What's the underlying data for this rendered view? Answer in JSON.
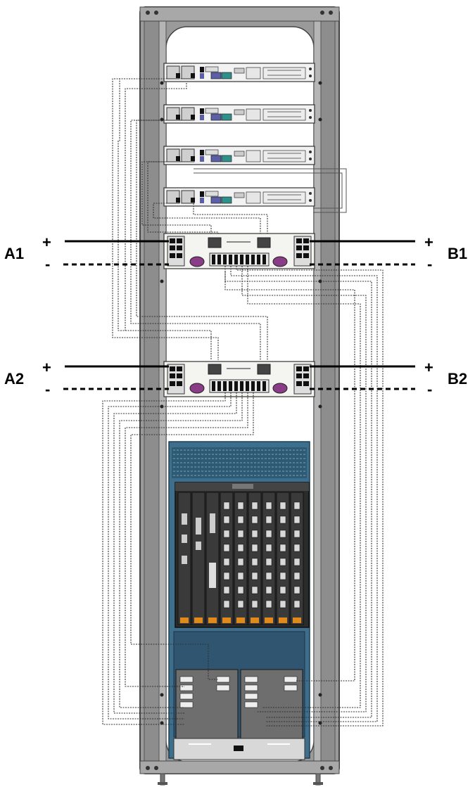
{
  "feeds": {
    "a1": {
      "label": "A1",
      "plus": "+",
      "minus": "-"
    },
    "b1": {
      "label": "B1",
      "plus": "+",
      "minus": "-"
    },
    "a2": {
      "label": "A2",
      "plus": "+",
      "minus": "-"
    },
    "b2": {
      "label": "B2",
      "plus": "+",
      "minus": "-"
    }
  },
  "colors": {
    "rack_frame": "#8a8a8a",
    "rack_frame_dark": "#555555",
    "chassis_blue": "#3d6e8c",
    "chassis_dark": "#2b5670",
    "power_module": "#7a7a7a",
    "pdu_magenta": "#8a3d87",
    "server_panel": "#f2f2f2",
    "port_blue": "#5a5fa6",
    "port_teal": "#2f8f8a",
    "card_orange": "#e08a1e",
    "cable": "#333333"
  },
  "servers": [
    "server-1",
    "server-2",
    "server-3",
    "server-4"
  ],
  "line_cards": [
    "card-1",
    "card-2",
    "card-3",
    "card-4",
    "card-5",
    "card-6",
    "card-7",
    "card-8",
    "card-9"
  ]
}
